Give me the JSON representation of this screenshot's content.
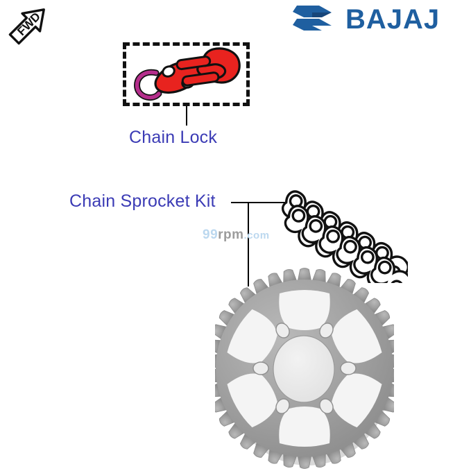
{
  "background": "#ffffff",
  "brand": {
    "name": "BAJAJ",
    "logo_color": "#1f5fa0",
    "mark_name": "bajaj-flying-b-mark"
  },
  "orientation_badge": {
    "text": "FWD",
    "meaning": "forward-direction-arrow",
    "color": "#111111"
  },
  "callouts": [
    {
      "id": "chain-lock",
      "label": "Chain Lock",
      "color": "#3b3bb5",
      "boxed": true
    },
    {
      "id": "chain-sprocket-kit",
      "label": "Chain Sprocket Kit",
      "color": "#3b3bb5",
      "boxed": false
    }
  ],
  "parts": {
    "chain_lock": {
      "name": "chain-lock-assembly",
      "components": [
        {
          "name": "c-clip-retainer",
          "color": "#b52e8c"
        },
        {
          "name": "side-plate-two-holes",
          "color": "#e8231f"
        },
        {
          "name": "link-plate-with-pins",
          "color": "#e8231f"
        }
      ],
      "outline_color": "#111111"
    },
    "roller_chain": {
      "name": "roller-chain",
      "color": "#ffffff",
      "outline_color": "#111111",
      "link_count": 9
    },
    "rear_sprocket": {
      "name": "rear-sprocket",
      "color": "#9a9a9a",
      "shadow_color": "#6f6f6f",
      "teeth": 38,
      "bolt_holes": 6,
      "lightening_windows": 6
    }
  },
  "watermark": {
    "prefix": "99",
    "mid": "rpm",
    "suffix": ".com",
    "prefix_color": "#bcd8ef",
    "mid_color": "#9c9c9c"
  }
}
